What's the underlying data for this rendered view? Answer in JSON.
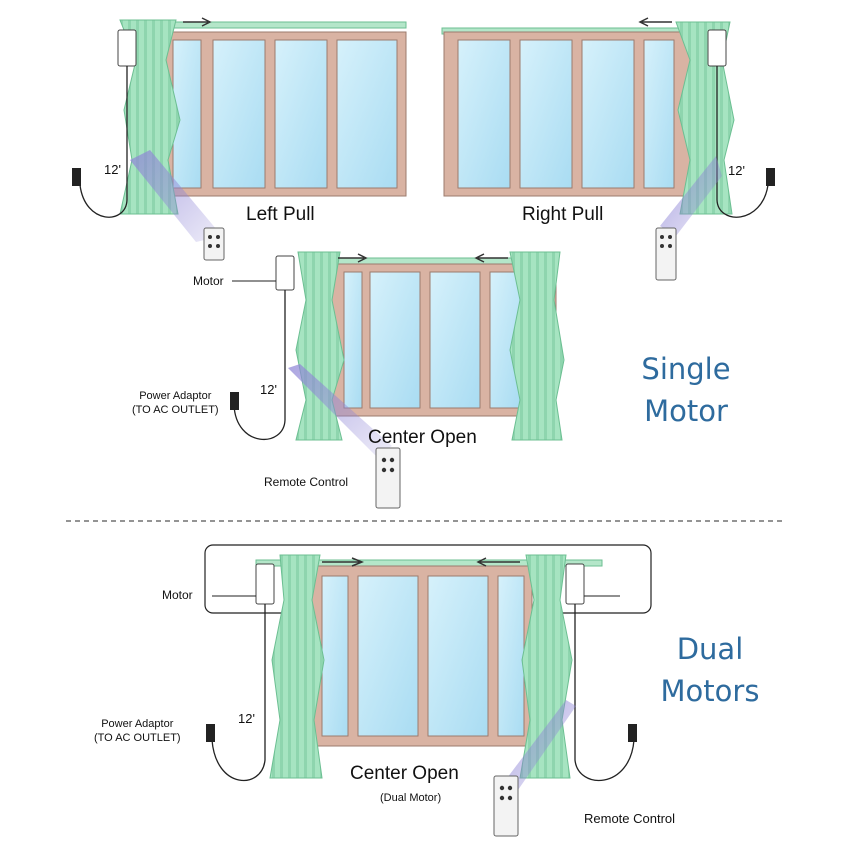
{
  "single": {
    "left_pull": {
      "title": "Left Pull",
      "cord": "12'"
    },
    "right_pull": {
      "title": "Right Pull",
      "cord": "12'"
    },
    "center": {
      "title": "Center Open",
      "cord": "12'",
      "motor_label": "Motor",
      "adaptor_line1": "Power Adaptor",
      "adaptor_line2": "(TO AC OUTLET)",
      "remote_label": "Remote Control"
    },
    "side_line1": "Single",
    "side_line2": "Motor"
  },
  "dual": {
    "motor_label": "Motor",
    "adaptor_line1": "Power Adaptor",
    "adaptor_line2": "(TO AC OUTLET)",
    "cord": "12'",
    "title": "Center Open",
    "subtitle": "(Dual Motor)",
    "remote_label": "Remote Control",
    "side_line1": "Dual",
    "side_line2": "Motors"
  },
  "colors": {
    "frame": "#d9b3a3",
    "frame_edge": "#9c7b6e",
    "glass": "#bfe6f7",
    "curtain": "#9fe0bb",
    "curtain_edge": "#6cbf92",
    "beam": "#8f86d6",
    "title": "#2e6b9e"
  }
}
